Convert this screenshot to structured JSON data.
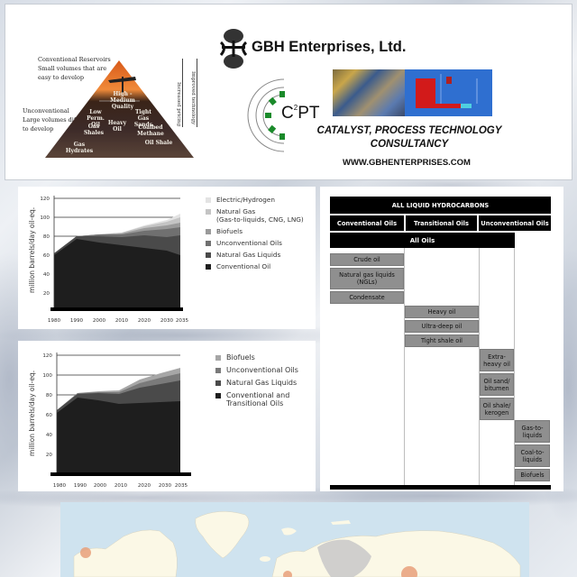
{
  "banner": {
    "company_name": "GBH Enterprises, Ltd.",
    "c2pt_label": "C",
    "c2pt_sup": "2",
    "c2pt_suffix": "PT",
    "tagline_line1": "CATALYST, PROCESS TECHNOLOGY",
    "tagline_line2": "CONSULTANCY",
    "website": "WWW.GBHENTERPRISES.COM",
    "pyramid": {
      "note_top": [
        "Conventional Reservoirs",
        "Small volumes that are",
        "easy to develop"
      ],
      "note_bottom": [
        "Unconventional",
        "Large volumes difficult",
        "to develop"
      ],
      "labels": [
        "High - Medium Quality",
        "Low Perm. Oil",
        "Tight Gas Sands",
        "Gas Shales",
        "Heavy Oil",
        "Coalbed Methane",
        "Gas Hydrates",
        "Oil Shale"
      ],
      "arrow_1": "Increased pricing",
      "arrow_2": "Improved technology"
    }
  },
  "chart_data": [
    {
      "type": "area",
      "title": "",
      "xlabel": "",
      "ylabel": "million barrels/day oil-eq.",
      "ylim": [
        0,
        120
      ],
      "yticks": [
        20,
        40,
        60,
        80,
        100,
        120
      ],
      "x": [
        "1980",
        "1990",
        "2000",
        "2010",
        "2020",
        "2030",
        "2035"
      ],
      "stacked": true,
      "grid": true,
      "legend_position": "right",
      "series": [
        {
          "name": "Conventional Oil",
          "color": "#1e1e1e",
          "values": [
            60,
            76,
            72,
            69,
            66,
            63,
            58
          ]
        },
        {
          "name": "Natural Gas Liquids",
          "color": "#4a4a4a",
          "values": [
            2,
            4,
            8,
            11,
            14,
            14,
            15
          ]
        },
        {
          "name": "Unconventional Oils",
          "color": "#707070",
          "values": [
            0.5,
            0.5,
            1.5,
            3,
            5,
            7,
            9
          ]
        },
        {
          "name": "Biofuels",
          "color": "#9a9a9a",
          "values": [
            0,
            0,
            0.5,
            1.5,
            3,
            4,
            5
          ]
        },
        {
          "name": "Natural Gas (Gas-to-liquids, CNG, LNG)",
          "color": "#c4c4c4",
          "values": [
            0,
            0,
            0,
            1,
            2,
            4,
            6
          ]
        },
        {
          "name": "Electric/Hydrogen",
          "color": "#e3e3e3",
          "values": [
            0,
            0,
            0,
            0,
            1,
            2,
            4
          ]
        }
      ]
    },
    {
      "type": "area",
      "title": "",
      "xlabel": "",
      "ylabel": "million barrels/day oil-eq.",
      "ylim": [
        0,
        120
      ],
      "yticks": [
        20,
        40,
        60,
        80,
        100,
        120
      ],
      "x": [
        "1980",
        "1990",
        "2000",
        "2010",
        "2020",
        "2030",
        "2035"
      ],
      "stacked": true,
      "grid": true,
      "legend_position": "right",
      "series": [
        {
          "name": "Conventional and Transitional Oils",
          "color": "#1e1e1e",
          "values": [
            62,
            77,
            74,
            71,
            72,
            73,
            74
          ]
        },
        {
          "name": "Natural Gas Liquids",
          "color": "#4a4a4a",
          "values": [
            2,
            4,
            8,
            11,
            14,
            18,
            20
          ]
        },
        {
          "name": "Unconventional Oils",
          "color": "#7a7a7a",
          "values": [
            0.5,
            0.5,
            1,
            2,
            5,
            6,
            7
          ]
        },
        {
          "name": "Biofuels",
          "color": "#a6a6a6",
          "values": [
            0,
            0,
            0.5,
            1,
            3,
            4,
            5
          ]
        }
      ]
    }
  ],
  "chart1": {
    "legend": [
      {
        "label": "Electric/Hydrogen",
        "color": "#e3e3e3"
      },
      {
        "label": "Natural Gas",
        "label2": "(Gas-to-liquids, CNG, LNG)",
        "color": "#c4c4c4"
      },
      {
        "label": "Biofuels",
        "color": "#9a9a9a"
      },
      {
        "label": "Unconventional Oils",
        "color": "#707070"
      },
      {
        "label": "Natural Gas Liquids",
        "color": "#4a4a4a"
      },
      {
        "label": "Conventional Oil",
        "color": "#1e1e1e"
      }
    ]
  },
  "chart2": {
    "legend": [
      {
        "label": "Biofuels",
        "color": "#a6a6a6"
      },
      {
        "label": "Unconventional Oils",
        "color": "#7a7a7a"
      },
      {
        "label": "Natural Gas Liquids",
        "color": "#4a4a4a"
      },
      {
        "label": "Conventional and",
        "label2": "Transitional Oils",
        "color": "#1e1e1e"
      }
    ]
  },
  "table": {
    "title": "ALL LIQUID HYDROCARBONS",
    "columns": [
      "Conventional Oils",
      "Transitional Oils",
      "Unconventional Oils"
    ],
    "all_oils": "All Oils",
    "conventional": [
      "Crude oil",
      "Natural gas liquids (NGLs)",
      "Condensate"
    ],
    "transitional": [
      "Heavy oil",
      "Ultra-deep oil",
      "Tight shale oil"
    ],
    "unconventional_oil": [
      "Extra-heavy oil",
      "Oil sand/ bitumen",
      "Oil shale/ kerogen"
    ],
    "unconventional_other": [
      "Gas-to-liquids",
      "Coal-to-liquids",
      "Biofuels"
    ]
  },
  "map": {
    "ocean_color": "#cfe3ef",
    "land_color": "#fbf8e6",
    "marker_color": "#e8a07a"
  }
}
